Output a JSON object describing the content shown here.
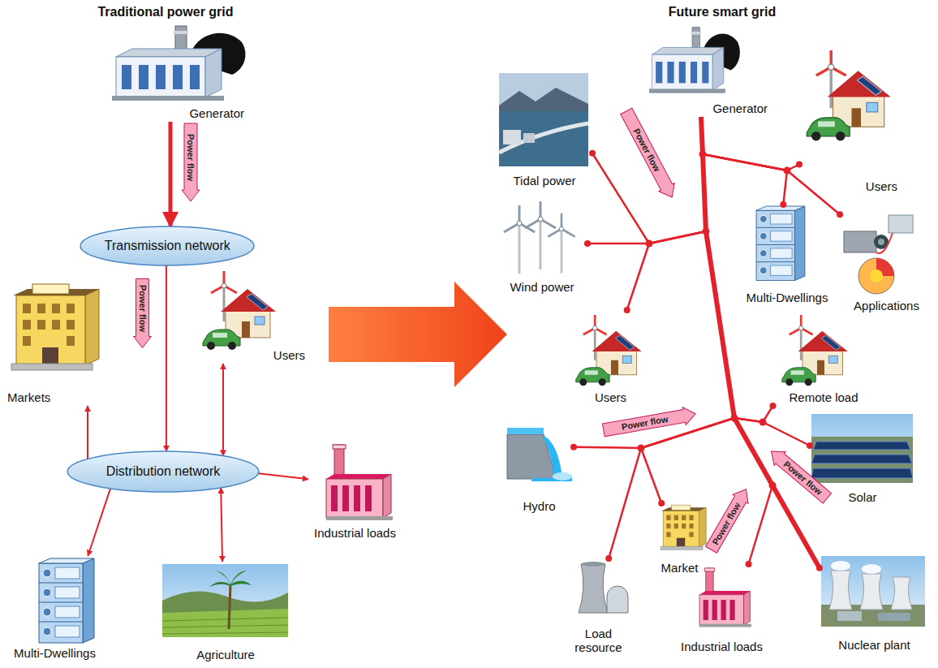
{
  "diagram": {
    "nodes": [
      {
        "text": [
          "Generator"
        ]
      },
      {
        "text": [
          "Power flow"
        ]
      },
      {
        "text": [
          "Transmission network"
        ]
      },
      {
        "text": [
          "Power flow"
        ]
      },
      {
        "text": [
          "Markets"
        ]
      },
      {
        "text": [
          "Users"
        ]
      },
      {
        "text": [
          "Distribution network"
        ]
      },
      {
        "text": [
          "Industrial loads"
        ]
      },
      {
        "text": [
          "Multi-Dwellings"
        ]
      },
      {
        "text": [
          "Agriculture"
        ]
      },
      {
        "text": [
          "Generator"
        ]
      },
      {
        "text": [
          "Users"
        ]
      },
      {
        "text": [
          "Multi-Dwellings"
        ]
      },
      {
        "text": [
          "Applications"
        ]
      },
      {
        "text": [
          "Tidal power"
        ]
      },
      {
        "text": [
          "Power flow"
        ]
      },
      {
        "text": [
          "Wind power"
        ]
      },
      {
        "text": [
          "Users"
        ]
      },
      {
        "text": [
          "Remote load"
        ]
      },
      {
        "text": [
          "Power flow"
        ]
      },
      {
        "text": [
          "Hydro"
        ]
      },
      {
        "text": [
          "Power flow"
        ]
      },
      {
        "text": [
          "Solar"
        ]
      },
      {
        "text": [
          "Market"
        ]
      },
      {
        "text": [
          "Load resource"
        ]
      },
      {
        "text": [
          "Power flow"
        ]
      },
      {
        "text": [
          "Industrial loads"
        ]
      },
      {
        "text": [
          "Nuclear plant"
        ]
      }
    ],
    "edges": [
      {
        "from": 0,
        "to": 2,
        "arrow": "to"
      },
      {
        "from": 2,
        "to": 6,
        "arrow": "to"
      },
      {
        "from": 6,
        "to": 4,
        "arrow": "to"
      },
      {
        "from": 6,
        "to": 5,
        "arrow": "both"
      },
      {
        "from": 6,
        "to": 7,
        "arrow": "to"
      },
      {
        "from": 6,
        "to": 8,
        "arrow": "to"
      },
      {
        "from": 6,
        "to": 9,
        "arrow": "both"
      },
      {
        "from": 10,
        "to": 11,
        "arrow": "none"
      },
      {
        "from": 10,
        "to": 12,
        "arrow": "none"
      },
      {
        "from": 10,
        "to": 13,
        "arrow": "none"
      },
      {
        "from": 10,
        "to": 14,
        "arrow": "none"
      },
      {
        "from": 10,
        "to": 16,
        "arrow": "none"
      },
      {
        "from": 10,
        "to": 17,
        "arrow": "none"
      },
      {
        "from": 10,
        "to": 18,
        "arrow": "none"
      },
      {
        "from": 10,
        "to": 22,
        "arrow": "none"
      },
      {
        "from": 10,
        "to": 20,
        "arrow": "none"
      },
      {
        "from": 10,
        "to": 24,
        "arrow": "none"
      },
      {
        "from": 10,
        "to": 23,
        "arrow": "none"
      },
      {
        "from": 10,
        "to": 26,
        "arrow": "none"
      },
      {
        "from": 10,
        "to": 27,
        "arrow": "none"
      }
    ],
    "labels": [
      "Traditional power grid",
      "Future smart grid"
    ]
  }
}
